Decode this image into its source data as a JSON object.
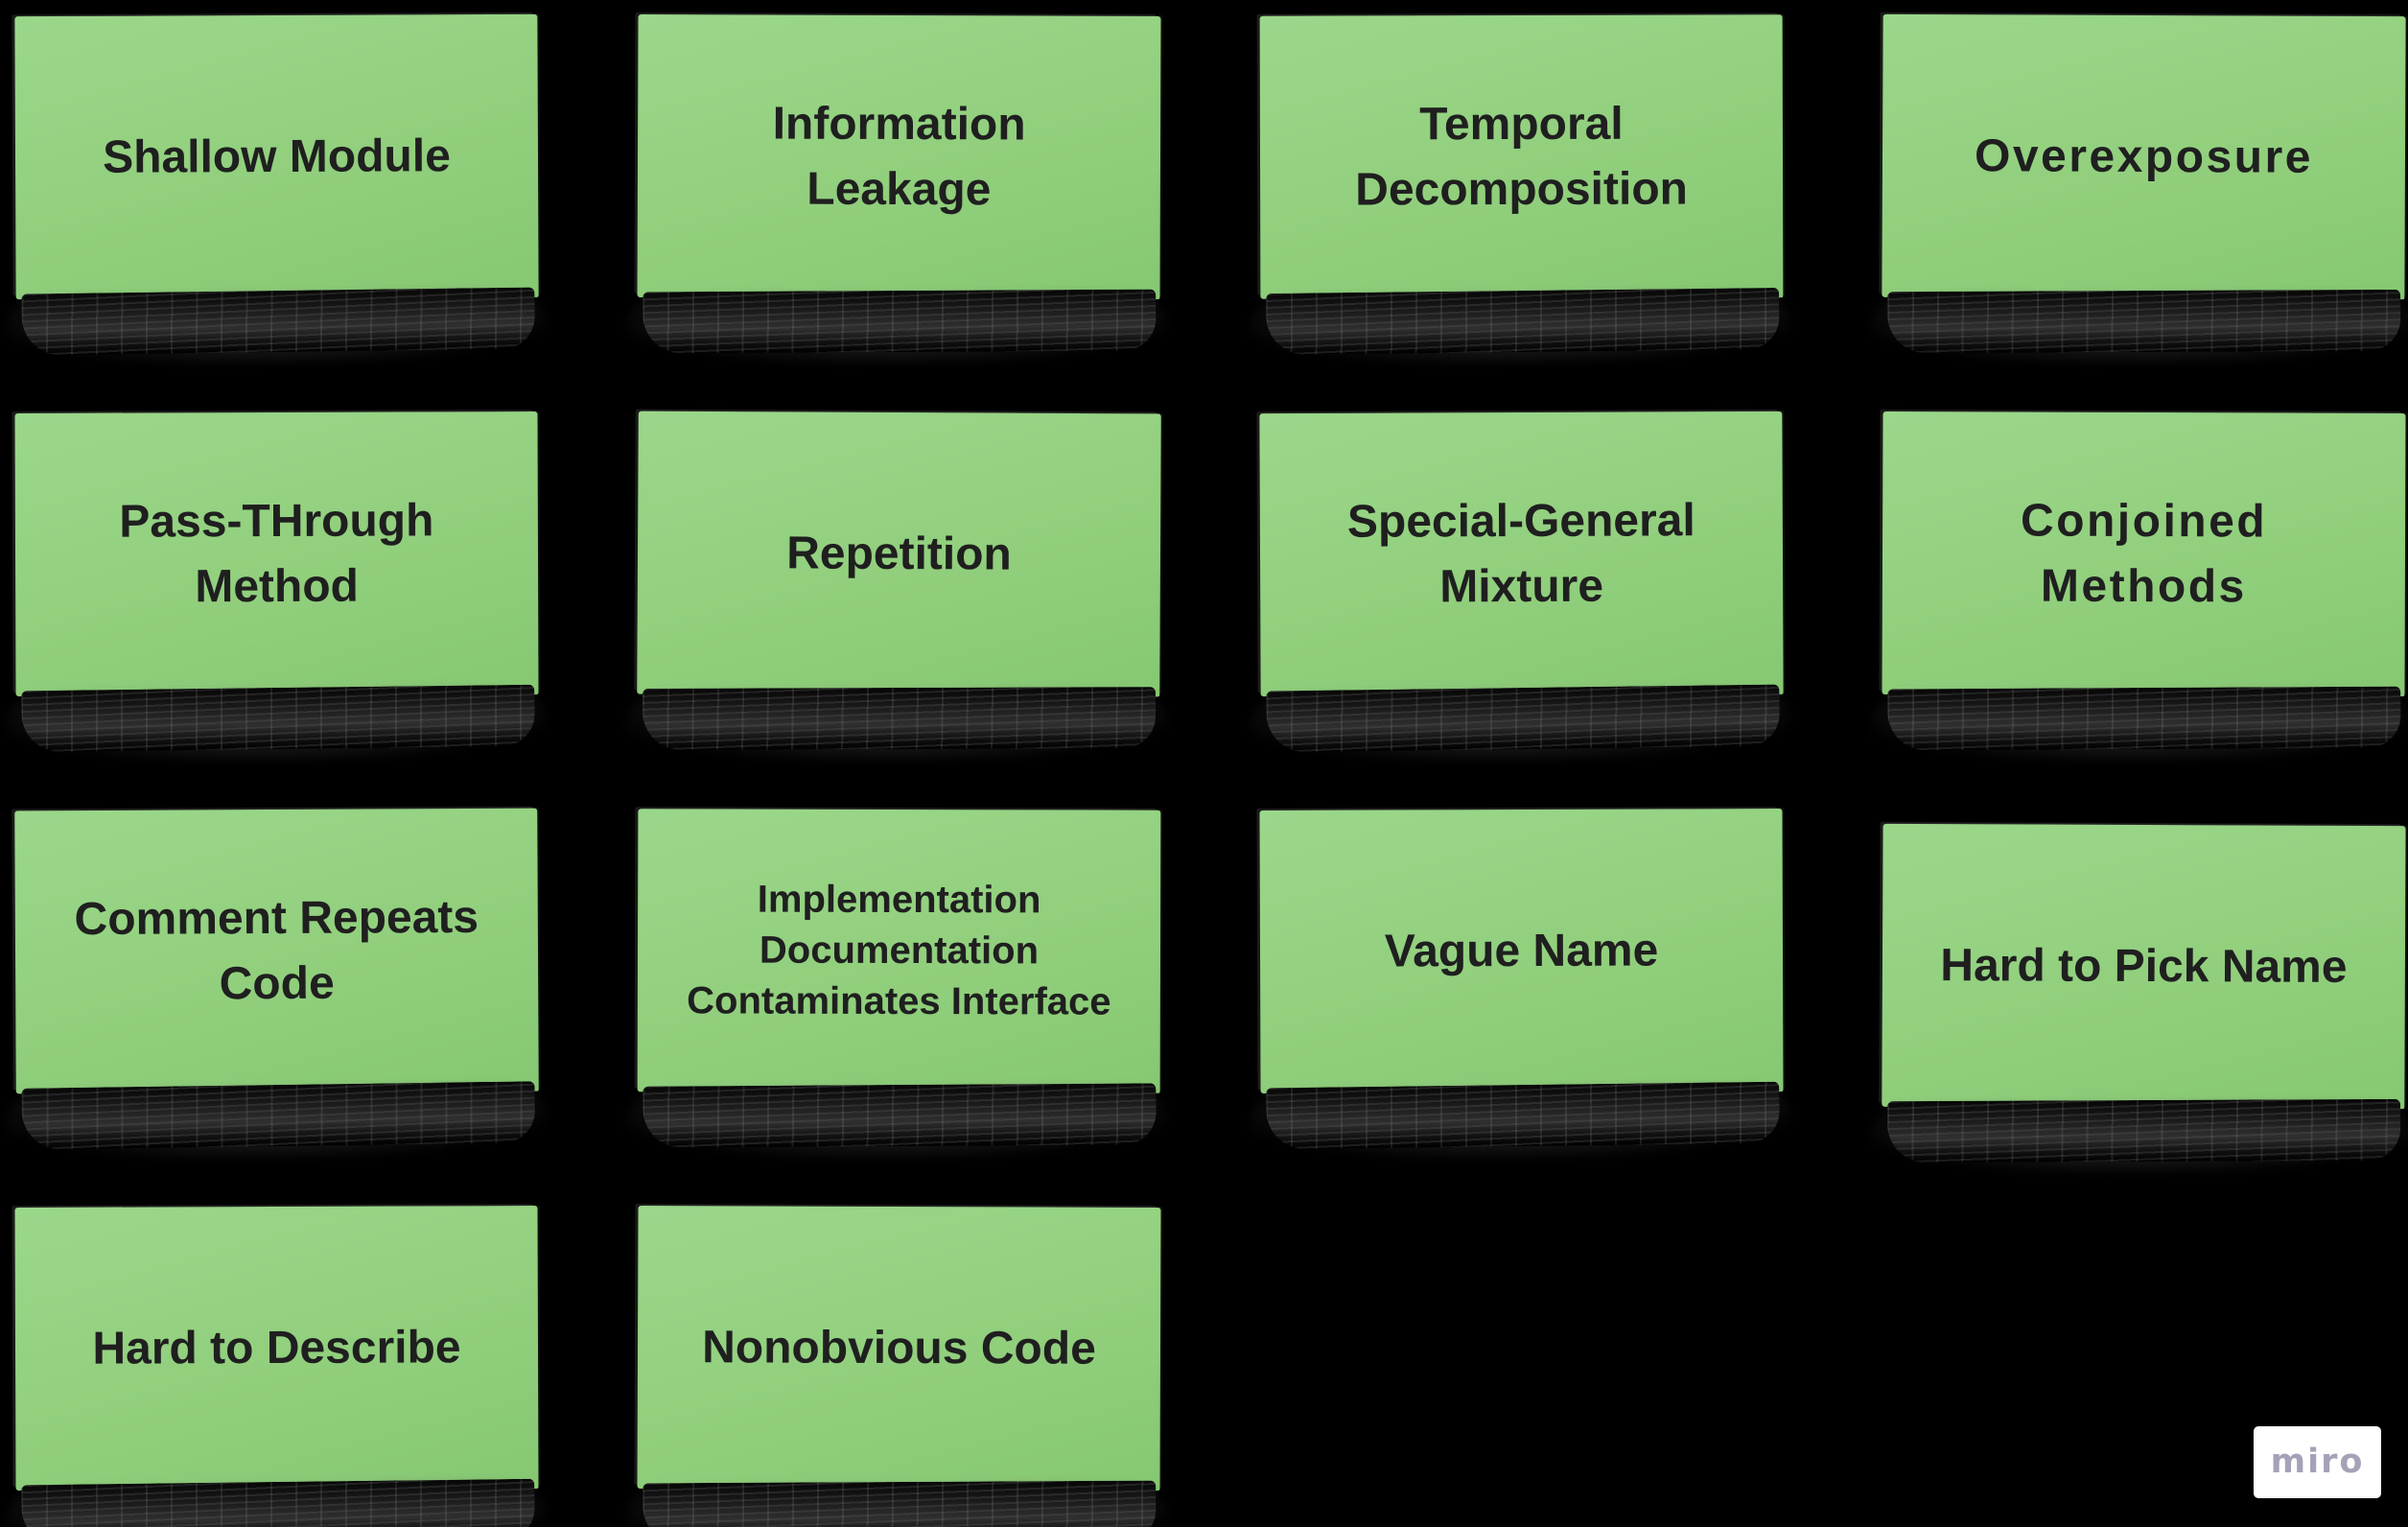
{
  "board": {
    "colors": {
      "background": "#000000",
      "note_green": "#91CF7D",
      "note_green_light": "#9BD78A",
      "note_green_dark": "#86C872",
      "note_text": "#1F1F1F"
    },
    "notes": [
      {
        "label": "Shallow Module",
        "row": 1,
        "col": 1
      },
      {
        "label": "Information Leakage",
        "row": 1,
        "col": 2
      },
      {
        "label": "Temporal Decomposition",
        "row": 1,
        "col": 3
      },
      {
        "label": "Overexposure",
        "row": 1,
        "col": 4
      },
      {
        "label": "Pass-THrough Method",
        "row": 2,
        "col": 1
      },
      {
        "label": "Repetition",
        "row": 2,
        "col": 2
      },
      {
        "label": "Special-General Mixture",
        "row": 2,
        "col": 3
      },
      {
        "label": "Conjoined Methods",
        "row": 2,
        "col": 4
      },
      {
        "label": "Comment Repeats Code",
        "row": 3,
        "col": 1
      },
      {
        "label": "Implementation Documentation Contaminates Interface",
        "row": 3,
        "col": 2
      },
      {
        "label": "Vague Name",
        "row": 3,
        "col": 3
      },
      {
        "label": "Hard to Pick Name",
        "row": 3,
        "col": 4
      },
      {
        "label": "Hard to Describe",
        "row": 4,
        "col": 1
      },
      {
        "label": "Nonobvious Code",
        "row": 4,
        "col": 2
      }
    ]
  },
  "watermark": {
    "label": "miro",
    "background": "#FFFFFF",
    "text_color": "#A5A2B8"
  }
}
